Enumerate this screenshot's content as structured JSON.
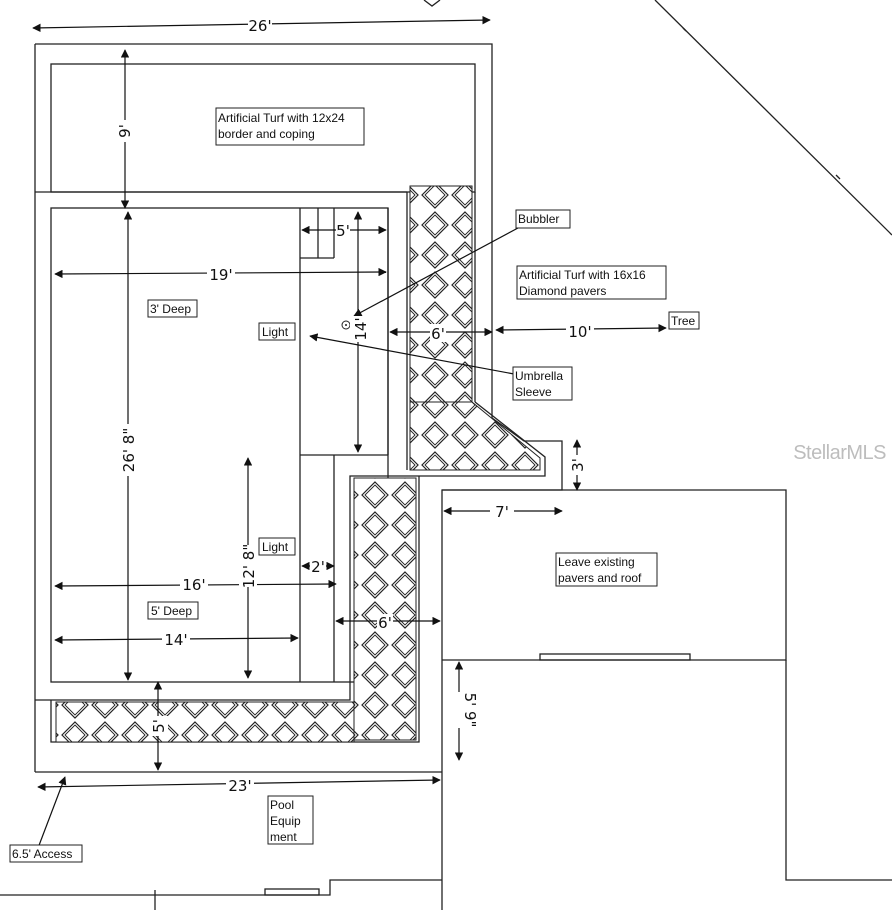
{
  "labels": {
    "turf_border": [
      "Artificial Turf with 12x24",
      "border and coping"
    ],
    "bubbler": "Bubbler",
    "turf_diamond": [
      "Artificial Turf with 16x16",
      "Diamond pavers"
    ],
    "tree": "Tree",
    "umbrella": [
      "Umbrella",
      "Sleeve"
    ],
    "light_top": "Light",
    "light_bottom": "Light",
    "deep3": "3' Deep",
    "deep5": "5' Deep",
    "existing": [
      "Leave existing",
      "pavers and roof"
    ],
    "pool_equipment": [
      "Pool",
      "Equip",
      "ment"
    ],
    "access": "6.5' Access"
  },
  "dimensions": {
    "d26": "26'",
    "d9": "9'",
    "d19": "19'",
    "d5top": "5'",
    "d14v": "14'",
    "d6right": "6'",
    "d10": "10'",
    "d26_8": "26' 8\"",
    "d12_8": "12' 8\"",
    "d2": "2'",
    "d16": "16'",
    "d14h": "14'",
    "d6bottom": "6'",
    "d3": "3'",
    "d7": "7'",
    "d5_9": "5' 9\"",
    "d5bottom": "5'",
    "d23": "23'"
  },
  "watermark": "StellarMLS"
}
